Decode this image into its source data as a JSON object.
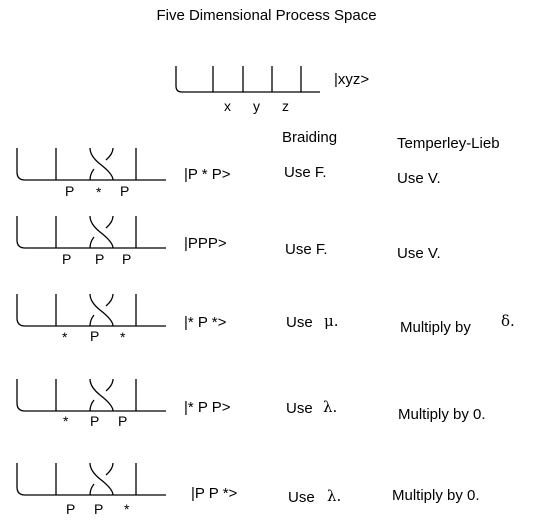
{
  "title": "Five Dimensional Process Space",
  "top_diagram": {
    "ket": "|xyz>",
    "labels": [
      "x",
      "y",
      "z"
    ]
  },
  "headers": {
    "braiding": "Braiding",
    "temperley_lieb": "Temperley-Lieb"
  },
  "rows": [
    {
      "below": [
        "P",
        "*",
        "P"
      ],
      "ket": "|P * P>",
      "braid_text": "Use F.",
      "braid_symbol": "",
      "tl_text": "Use V.",
      "tl_symbol": ""
    },
    {
      "below": [
        "P",
        "P",
        "P"
      ],
      "ket": "|PPP>",
      "braid_text": "Use F.",
      "braid_symbol": "",
      "tl_text": "Use V.",
      "tl_symbol": ""
    },
    {
      "below": [
        "*",
        "P",
        "*"
      ],
      "ket": "|* P *>",
      "braid_text": "Use",
      "braid_symbol": "μ.",
      "tl_text": "Multiply by",
      "tl_symbol": "δ."
    },
    {
      "below": [
        "*",
        "P",
        "P"
      ],
      "ket": "|* P P>",
      "braid_text": "Use",
      "braid_symbol": "λ.",
      "tl_text": "Multiply by 0.",
      "tl_symbol": ""
    },
    {
      "below": [
        "P",
        "P",
        "*"
      ],
      "ket": "|P P *>",
      "braid_text": "Use",
      "braid_symbol": "λ.",
      "tl_text": "Multiply by 0.",
      "tl_symbol": ""
    }
  ]
}
